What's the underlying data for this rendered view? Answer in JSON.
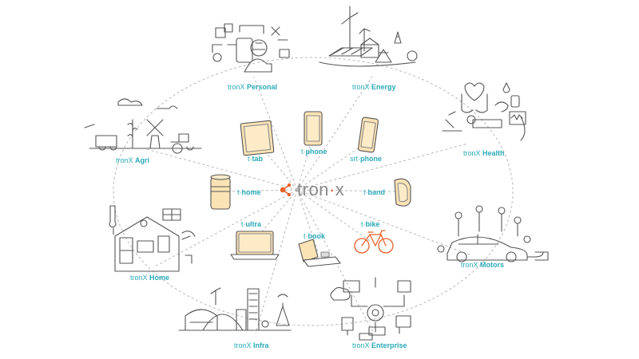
{
  "brand": {
    "name": "tron",
    "suffix": "x",
    "accent": "#e8622a"
  },
  "colors": {
    "label": "#2aa9b7",
    "line": "#b8b8b8",
    "ink": "#555555",
    "device_fill": "#fbe3b5",
    "device_stroke": "#555555"
  },
  "sectors": [
    {
      "id": "personal",
      "prefix": "tronX",
      "name": "Personal",
      "icon": "personal-devices-icon"
    },
    {
      "id": "energy",
      "prefix": "tronX",
      "name": "Energy",
      "icon": "wind-solar-energy-icon"
    },
    {
      "id": "health",
      "prefix": "tronX",
      "name": "Health",
      "icon": "health-monitor-icon"
    },
    {
      "id": "motors",
      "prefix": "tronX",
      "name": "Motors",
      "icon": "connected-car-icon"
    },
    {
      "id": "enterprise",
      "prefix": "tronX",
      "name": "Enterprise",
      "icon": "enterprise-network-icon"
    },
    {
      "id": "infra",
      "prefix": "tronX",
      "name": "Infra",
      "icon": "city-infrastructure-icon"
    },
    {
      "id": "home",
      "prefix": "tronX",
      "name": "Home",
      "icon": "smart-home-icon"
    },
    {
      "id": "agri",
      "prefix": "tronX",
      "name": "Agri",
      "icon": "farm-tractor-icon"
    }
  ],
  "devices": [
    {
      "id": "tab",
      "prefix": "t",
      "name": "tab",
      "icon": "tablet-icon"
    },
    {
      "id": "phone",
      "prefix": "t",
      "name": "phone",
      "icon": "smartphone-icon"
    },
    {
      "id": "srtphone",
      "prefix": "srt",
      "name": "phone",
      "icon": "tilted-smartphone-icon"
    },
    {
      "id": "home",
      "prefix": "t",
      "name": "home",
      "icon": "home-speaker-icon"
    },
    {
      "id": "band",
      "prefix": "t",
      "name": "band",
      "icon": "wrist-band-icon"
    },
    {
      "id": "ultra",
      "prefix": "t",
      "name": "ultra",
      "icon": "laptop-icon"
    },
    {
      "id": "book",
      "prefix": "t",
      "name": "book",
      "icon": "convertible-laptop-icon"
    },
    {
      "id": "bike",
      "prefix": "t",
      "name": "bike",
      "icon": "bicycle-icon"
    }
  ]
}
